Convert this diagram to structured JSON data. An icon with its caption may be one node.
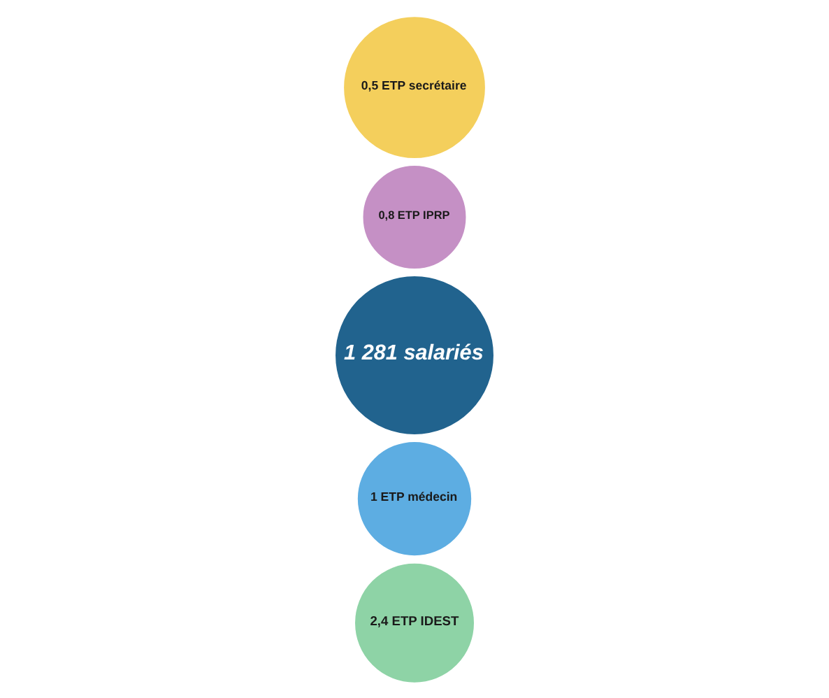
{
  "diagram": {
    "nodes": [
      {
        "text": [
          "1 ETP médecin"
        ]
      },
      {
        "text": [
          "2,4 ETP IDEST"
        ]
      },
      {
        "text": [
          "1 281 salariés"
        ]
      },
      {
        "text": [
          "0,8 ETP IPRP"
        ]
      },
      {
        "text": [
          "0,5 ETP secrétaire"
        ]
      }
    ]
  }
}
